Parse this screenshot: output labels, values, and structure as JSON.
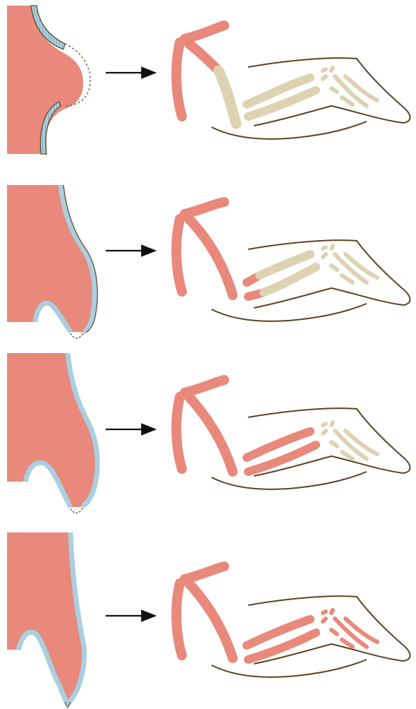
{
  "figure": {
    "panel_count": 4,
    "colors": {
      "mesoderm": "#e8897b",
      "ectoderm": "#a9cfe0",
      "outline": "#5c4420",
      "undeveloped_bone": "#ddd3b3",
      "developed_bone": "#e8897b",
      "arrow": "#111111",
      "background": "#ffffff"
    },
    "panels": [
      {
        "stage": 1,
        "aer_state": "removed-early",
        "developed_segments": [
          "humerus-upper"
        ],
        "undeveloped_segments": [
          "humerus-lower",
          "radius",
          "ulna",
          "carpals",
          "digits"
        ]
      },
      {
        "stage": 2,
        "aer_state": "removed-mid",
        "developed_segments": [
          "humerus",
          "radius-stub",
          "ulna-stub"
        ],
        "undeveloped_segments": [
          "radius-distal",
          "ulna-distal",
          "carpals",
          "digits"
        ]
      },
      {
        "stage": 3,
        "aer_state": "removed-late",
        "developed_segments": [
          "humerus",
          "radius",
          "ulna"
        ],
        "undeveloped_segments": [
          "carpals",
          "digits"
        ]
      },
      {
        "stage": 4,
        "aer_state": "intact",
        "developed_segments": [
          "humerus",
          "radius",
          "ulna",
          "carpals",
          "digits"
        ],
        "undeveloped_segments": []
      }
    ]
  }
}
